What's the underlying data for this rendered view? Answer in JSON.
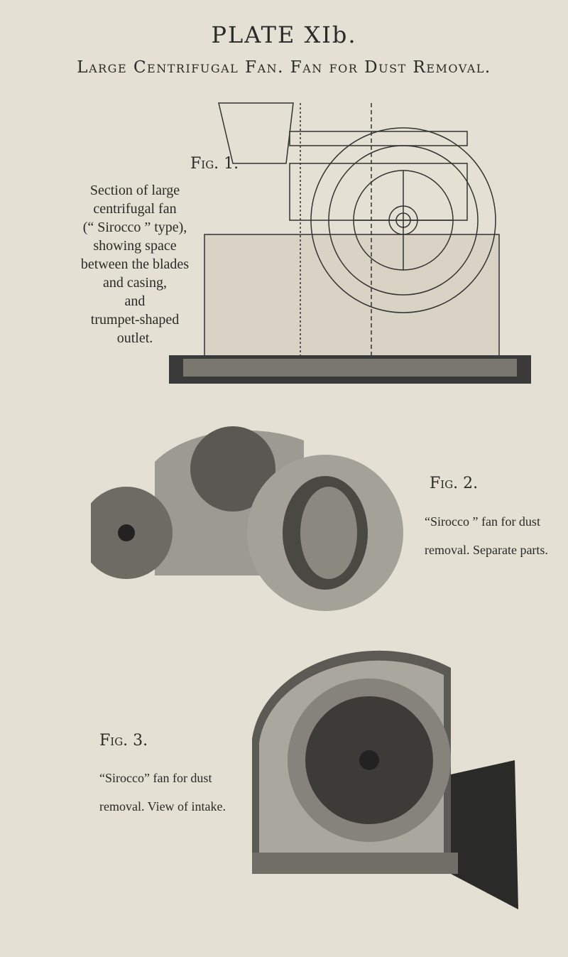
{
  "plate": {
    "title": "PLATE XIb.",
    "subtitle": "Large Centrifugal Fan. Fan for Dust Removal."
  },
  "figures": [
    {
      "label": "Fig. 1.",
      "caption": [
        "Section of large",
        "centrifugal fan",
        "(“ Sirocco ” type),",
        "showing space",
        "between the blades",
        "and casing,",
        "and",
        "trumpet-shaped",
        "outlet."
      ]
    },
    {
      "label": "Fig. 2.",
      "caption": [
        "“Sirocco ” fan for dust",
        "removal.  Separate parts."
      ]
    },
    {
      "label": "Fig. 3.",
      "caption": [
        "“Sirocco” fan for dust",
        "removal.  View of intake."
      ]
    }
  ]
}
